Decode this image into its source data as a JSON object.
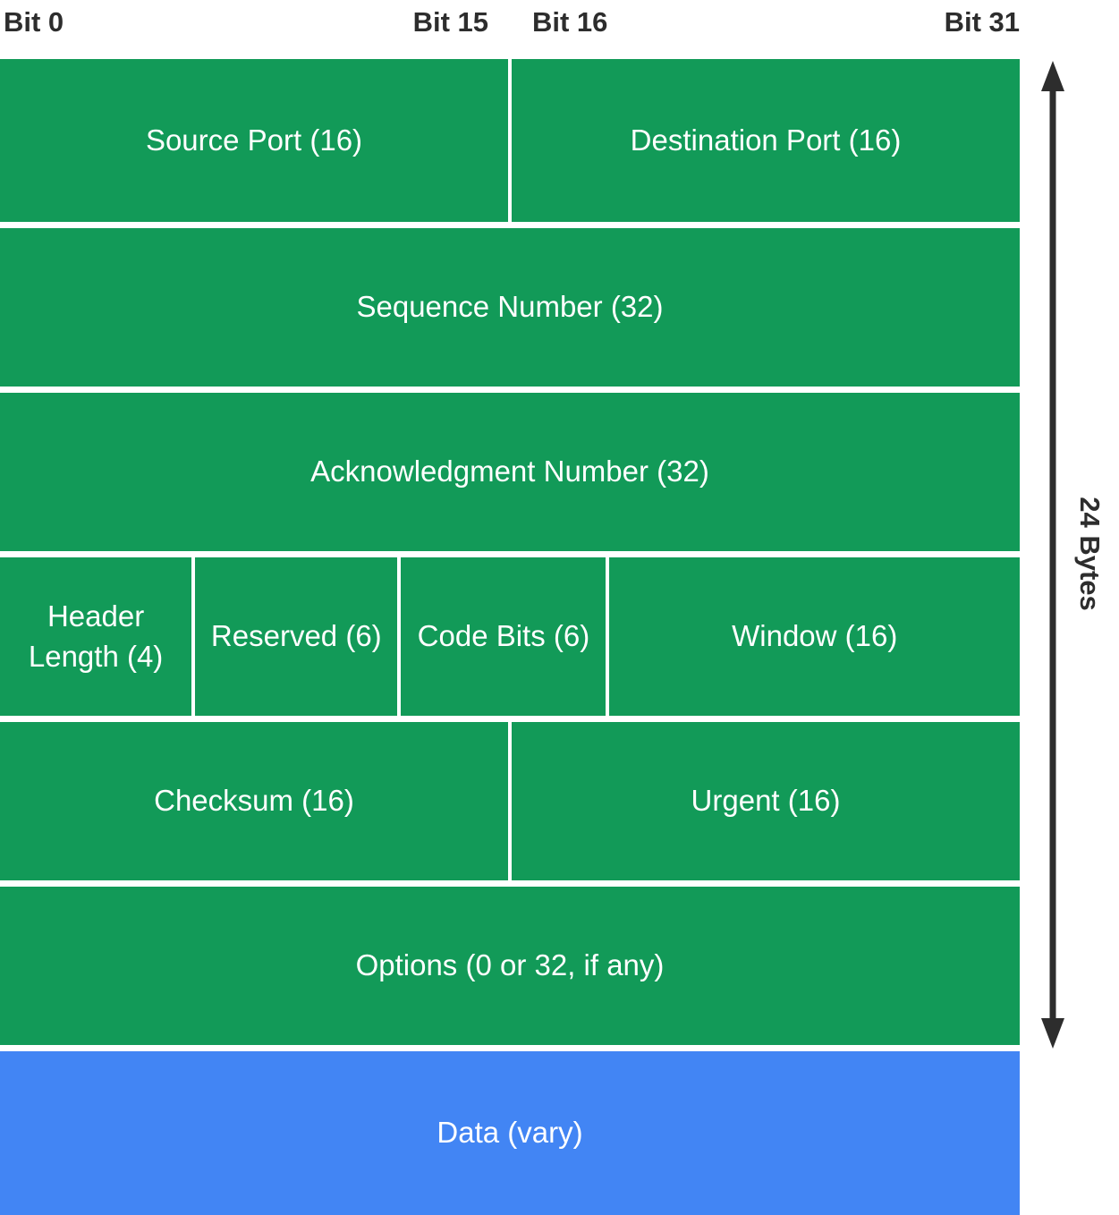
{
  "bit_scale": {
    "labels": [
      "Bit 0",
      "Bit 15",
      "Bit 16",
      "Bit 31"
    ]
  },
  "header_rows": [
    {
      "cells": [
        {
          "label": "Source Port (16)",
          "bits": 16
        },
        {
          "label": "Destination Port (16)",
          "bits": 16
        }
      ]
    },
    {
      "cells": [
        {
          "label": "Sequence Number (32)",
          "bits": 32
        }
      ]
    },
    {
      "cells": [
        {
          "label": "Acknowledgment Number (32)",
          "bits": 32
        }
      ]
    },
    {
      "cells": [
        {
          "label": "Header Length (4)",
          "bits": 4
        },
        {
          "label": "Reserved (6)",
          "bits": 6
        },
        {
          "label": "Code Bits (6)",
          "bits": 6
        },
        {
          "label": "Window (16)",
          "bits": 16
        }
      ]
    },
    {
      "cells": [
        {
          "label": "Checksum (16)",
          "bits": 16
        },
        {
          "label": "Urgent (16)",
          "bits": 16
        }
      ]
    },
    {
      "cells": [
        {
          "label": "Options (0 or 32, if any)",
          "bits": 32
        }
      ]
    }
  ],
  "data_row": {
    "label": "Data (vary)"
  },
  "size_annotation": "24 Bytes",
  "colors": {
    "field_green": "#129a58",
    "data_blue": "#4285f4",
    "annotation_dark": "#2d2d2d",
    "cell_text": "#ffffff"
  }
}
